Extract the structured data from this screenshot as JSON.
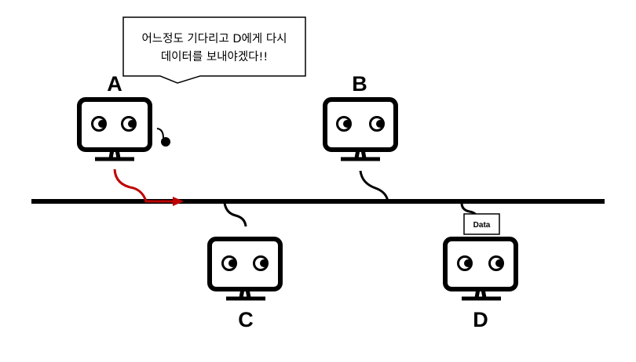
{
  "speech_bubble": {
    "line1": "어느정도 기다리고 D에게 다시",
    "line2": "데이터를 보내야겠다!!"
  },
  "computers": [
    {
      "id": "A",
      "label": "A"
    },
    {
      "id": "B",
      "label": "B"
    },
    {
      "id": "C",
      "label": "C"
    },
    {
      "id": "D",
      "label": "D"
    }
  ],
  "packet": {
    "label": "Data"
  },
  "colors": {
    "line": "#000000",
    "transmission": "#c00000",
    "screen": "#ffffff"
  }
}
